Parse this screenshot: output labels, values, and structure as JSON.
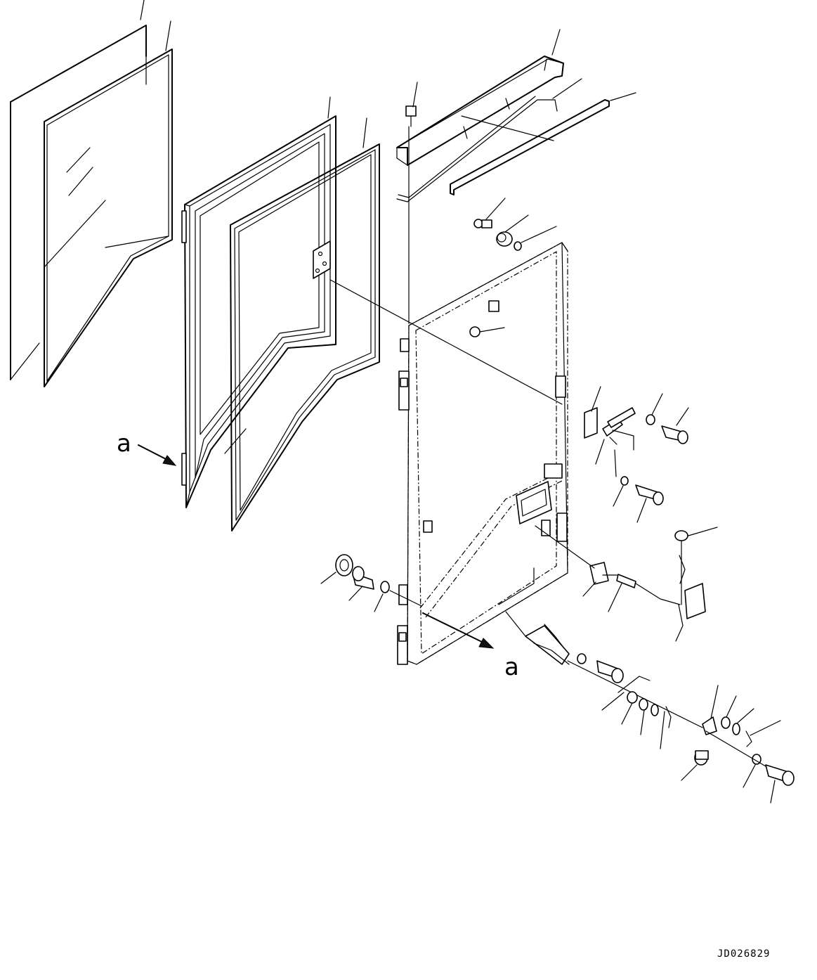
{
  "diagram": {
    "callouts": {
      "view_marker_left": "a",
      "view_marker_right": "a"
    },
    "drawing_id": "JD026829"
  }
}
